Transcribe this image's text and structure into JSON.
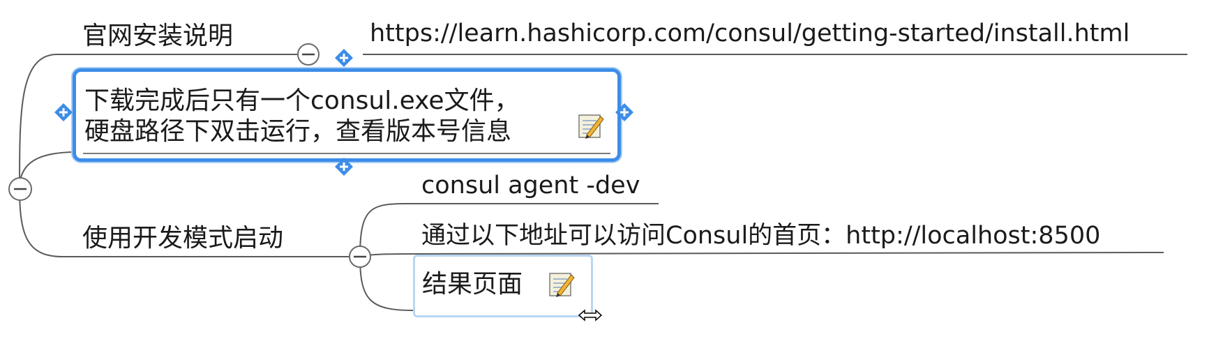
{
  "nodes": {
    "official_site_label": "官网安装说明",
    "install_url": "https://learn.hashicorp.com/consul/getting-started/install.html",
    "download_note_line1": "下载完成后只有一个consul.exe文件，",
    "download_note_line2": "硬盘路径下双击运行，查看版本号信息",
    "dev_mode_label": "使用开发模式启动",
    "agent_command": "consul agent -dev",
    "homepage_note": "通过以下地址可以访问Consul的首页：http://localhost:8500",
    "result_page": "结果页面"
  },
  "colors": {
    "selection": "#3d8de8",
    "line": "#5a5a5a",
    "background": "#ffffff"
  }
}
